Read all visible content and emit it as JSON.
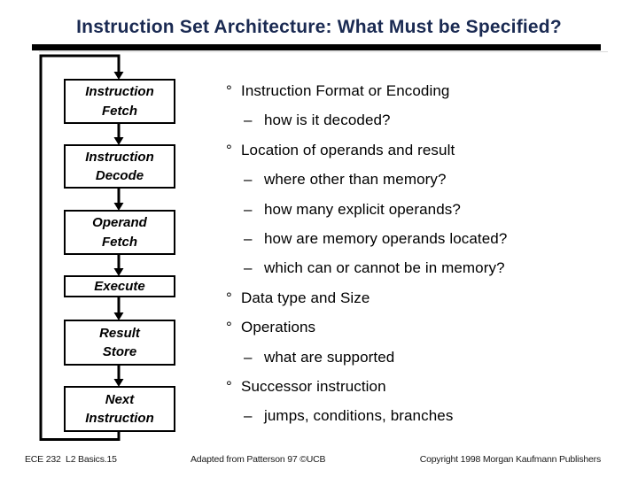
{
  "slide": {
    "title": "Instruction Set Architecture: What Must be Specified?"
  },
  "flowchart": {
    "boxes": [
      {
        "id": "instruction-fetch",
        "line1": "Instruction",
        "line2": "Fetch"
      },
      {
        "id": "instruction-decode",
        "line1": "Instruction",
        "line2": "Decode"
      },
      {
        "id": "operand-fetch",
        "line1": "Operand",
        "line2": "Fetch"
      },
      {
        "id": "execute",
        "line1": "Execute",
        "line2": ""
      },
      {
        "id": "result-store",
        "line1": "Result",
        "line2": "Store"
      },
      {
        "id": "next-instruction",
        "line1": "Next",
        "line2": "Instruction"
      }
    ]
  },
  "bullets": [
    {
      "level": 1,
      "marker": "°",
      "text": "Instruction Format or Encoding"
    },
    {
      "level": 2,
      "marker": "–",
      "text": "how is it decoded?"
    },
    {
      "level": 1,
      "marker": "°",
      "text": "Location of operands and result"
    },
    {
      "level": 2,
      "marker": "–",
      "text": "where other than memory?"
    },
    {
      "level": 2,
      "marker": "–",
      "text": "how many explicit operands?"
    },
    {
      "level": 2,
      "marker": "–",
      "text": "how are memory operands located?"
    },
    {
      "level": 2,
      "marker": "–",
      "text": "which can or cannot be in memory?"
    },
    {
      "level": 1,
      "marker": "°",
      "text": "Data type and Size"
    },
    {
      "level": 1,
      "marker": "°",
      "text": "Operations"
    },
    {
      "level": 2,
      "marker": "–",
      "text": "what are supported"
    },
    {
      "level": 1,
      "marker": "°",
      "text": "Successor instruction"
    },
    {
      "level": 2,
      "marker": "–",
      "text": "jumps, conditions, branches"
    }
  ],
  "footer": {
    "left": "ECE 232  L2 Basics.15",
    "center": "Adapted from Patterson 97 ©UCB",
    "right": "Copyright 1998 Morgan Kaufmann Publishers"
  },
  "colors": {
    "title": "#1a2a52",
    "text": "#000000",
    "background": "#ffffff"
  }
}
